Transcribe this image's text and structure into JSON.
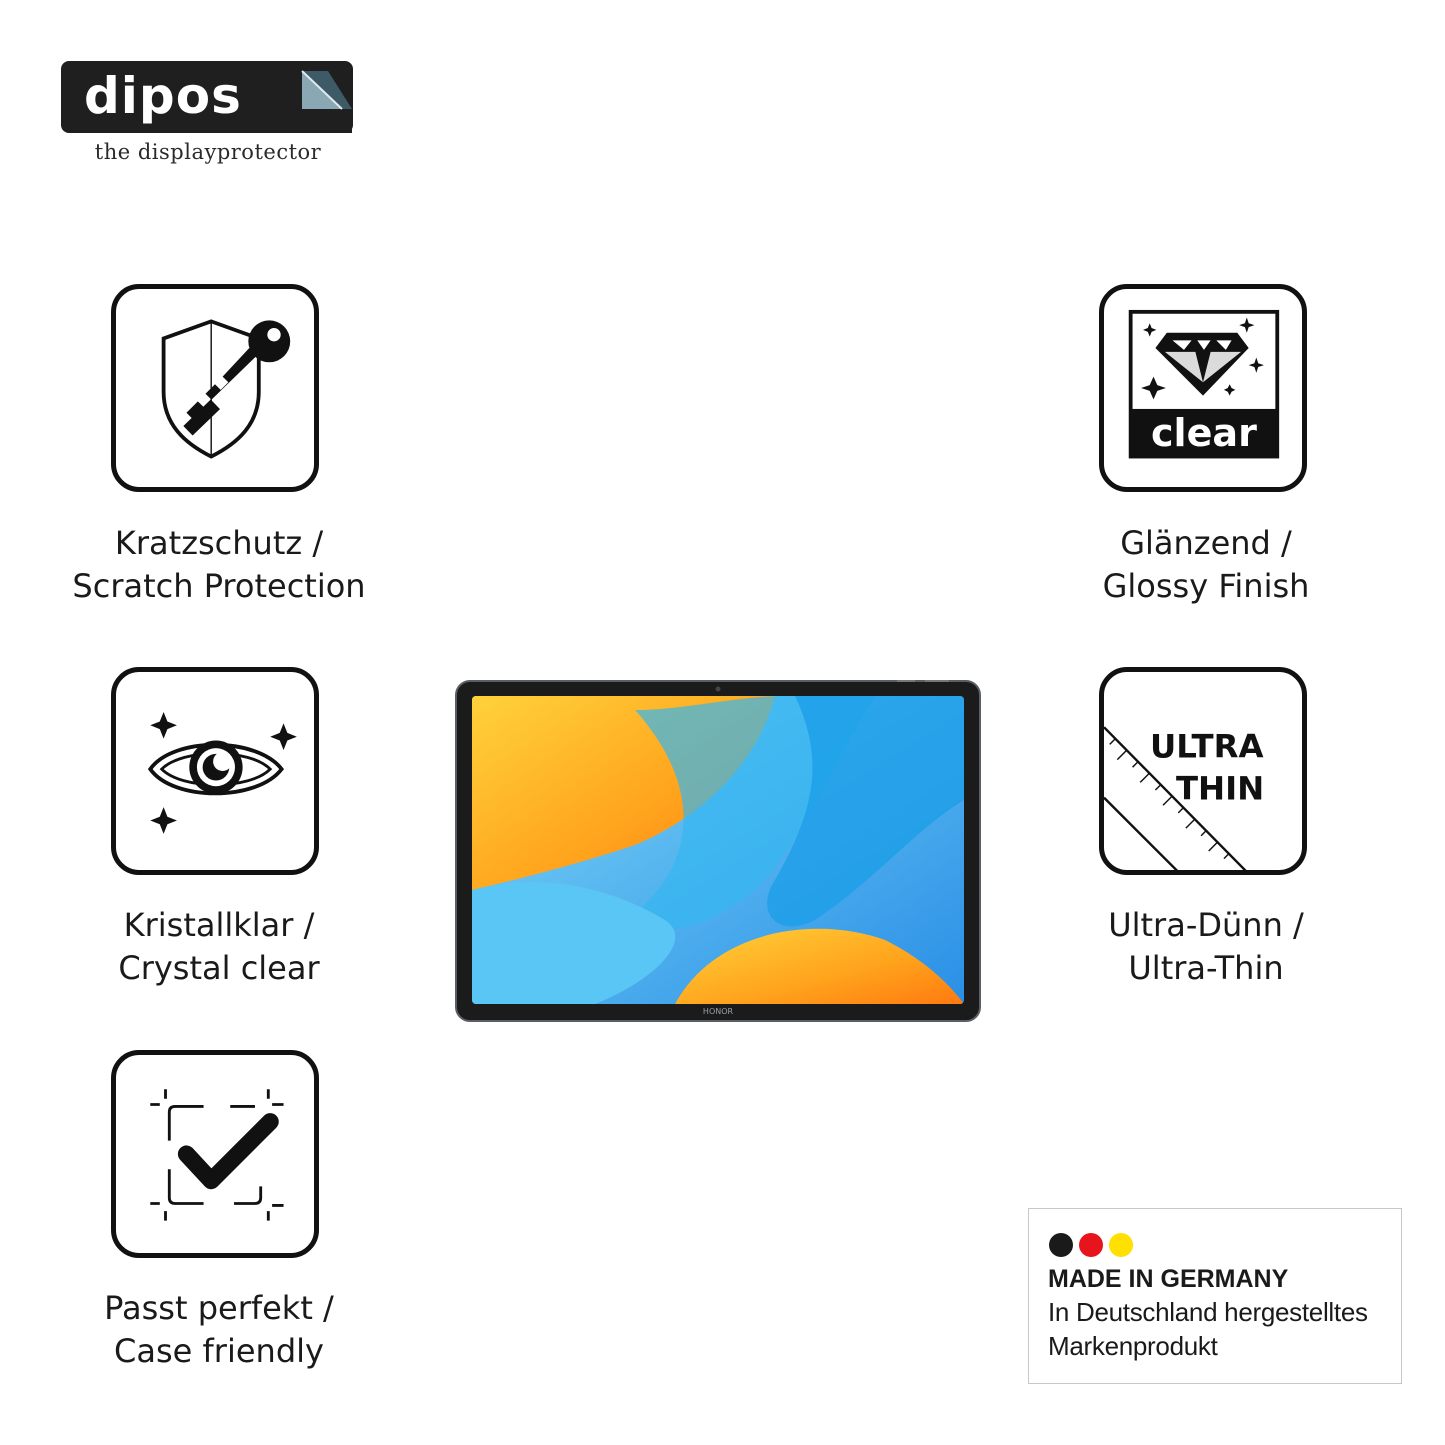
{
  "brand": {
    "name": "dipos",
    "tagline": "the displayprotector"
  },
  "features": [
    {
      "icon": "shield-key-icon",
      "line1": "Kratzschutz /",
      "line2": "Scratch Protection"
    },
    {
      "icon": "clear-diamond-icon",
      "icon_text": "clear",
      "line1": "Glänzend /",
      "line2": "Glossy Finish"
    },
    {
      "icon": "eye-sparkle-icon",
      "line1": "Kristallklar /",
      "line2": "Crystal clear"
    },
    {
      "icon": "ultra-thin-icon",
      "icon_text_1": "ULTRA",
      "icon_text_2": "THIN",
      "line1": "Ultra-Dünn /",
      "line2": "Ultra-Thin"
    },
    {
      "icon": "case-check-icon",
      "line1": "Passt perfekt /",
      "line2": "Case friendly"
    }
  ],
  "tablet": {
    "brand_label": "HONOR"
  },
  "made_in_germany": {
    "title": "MADE IN GERMANY",
    "line1": "In Deutschland hergestelltes",
    "line2": "Markenprodukt",
    "flag_colors": [
      "#1a1a1a",
      "#e8141c",
      "#ffe000"
    ]
  }
}
